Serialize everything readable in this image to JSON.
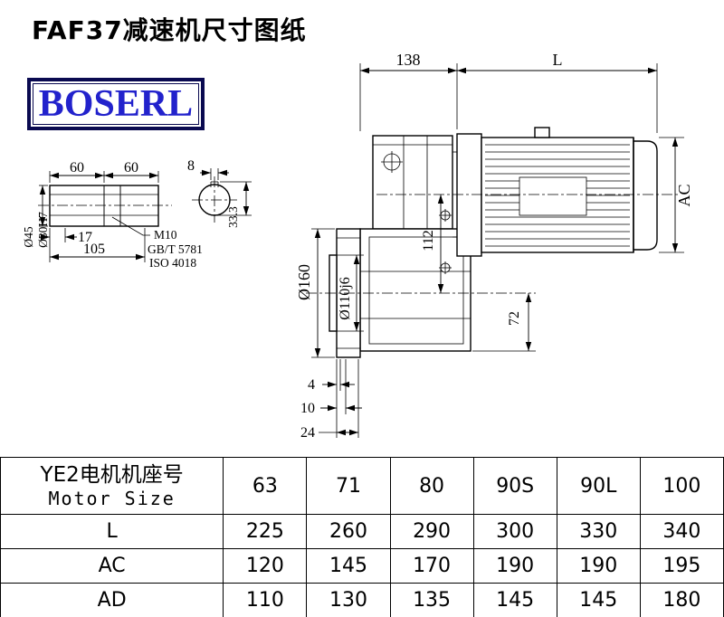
{
  "page": {
    "title": "FAF37减速机尺寸图纸",
    "logo_text": "BOSERL"
  },
  "drawing": {
    "dims": {
      "top_width": "138",
      "motor_length": "L",
      "motor_height": "AC",
      "center_height": "112",
      "lower_height": "72",
      "flange_od": "Ø160",
      "spigot_d": "Ø110j6",
      "flange_off_1": "4",
      "flange_off_2": "10",
      "flange_off_3": "24"
    },
    "shaft": {
      "seg1": "60",
      "seg2": "60",
      "key_width": "8",
      "len_17": "17",
      "len_105": "105",
      "outer_d": "Ø45",
      "bore_d": "Ø30H7",
      "thread": "M10",
      "std_gb": "GB/T 5781",
      "std_iso": "ISO 4018",
      "key_height": "33.3"
    }
  },
  "table": {
    "header": {
      "line1": "YE2电机机座号",
      "line2": "Motor Size"
    },
    "columns": [
      "63",
      "71",
      "80",
      "90S",
      "90L",
      "100"
    ],
    "rows": [
      {
        "label": "L",
        "values": [
          "225",
          "260",
          "290",
          "300",
          "330",
          "340"
        ]
      },
      {
        "label": "AC",
        "values": [
          "120",
          "145",
          "170",
          "190",
          "190",
          "195"
        ]
      },
      {
        "label": "AD",
        "values": [
          "110",
          "130",
          "135",
          "145",
          "145",
          "180"
        ]
      }
    ]
  }
}
